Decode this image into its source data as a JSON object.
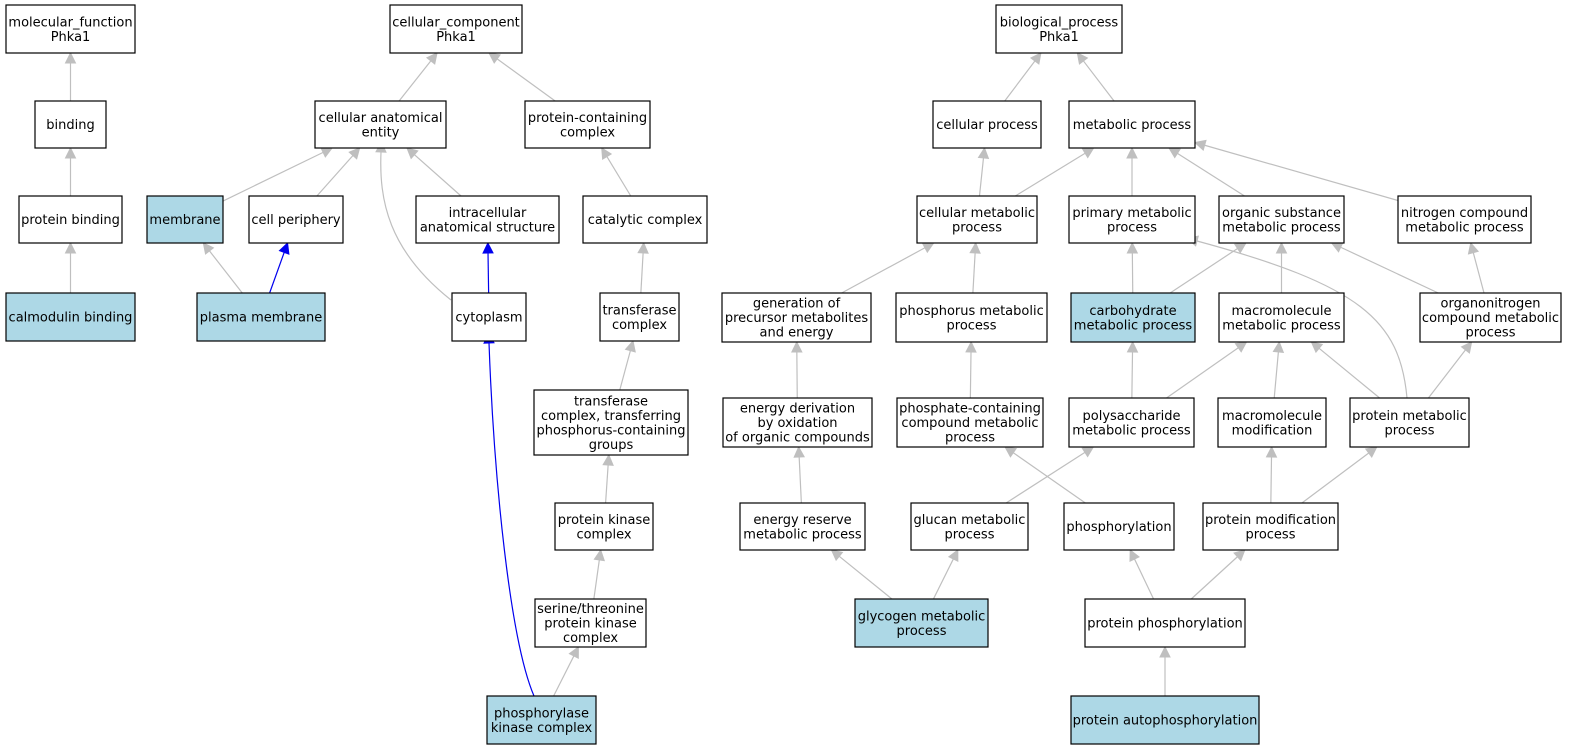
{
  "colors": {
    "highlight_fill": "#add8e6",
    "default_fill": "#ffffff",
    "edge_gray": "#bfbfbf",
    "edge_blue": "#0000ee"
  },
  "nodes": {
    "mf_root": {
      "lines": [
        "molecular_function",
        "Phka1"
      ],
      "highlight": false
    },
    "binding": {
      "lines": [
        "binding"
      ],
      "highlight": false
    },
    "protein_binding": {
      "lines": [
        "protein binding"
      ],
      "highlight": false
    },
    "calmodulin_binding": {
      "lines": [
        "calmodulin binding"
      ],
      "highlight": true
    },
    "cc_root": {
      "lines": [
        "cellular_component",
        "Phka1"
      ],
      "highlight": false
    },
    "cellular_anatomical_entity": {
      "lines": [
        "cellular anatomical",
        "entity"
      ],
      "highlight": false
    },
    "protein_containing_complex": {
      "lines": [
        "protein-containing",
        "complex"
      ],
      "highlight": false
    },
    "membrane": {
      "lines": [
        "membrane"
      ],
      "highlight": true
    },
    "cell_periphery": {
      "lines": [
        "cell periphery"
      ],
      "highlight": false
    },
    "intracellular_anatomical_structure": {
      "lines": [
        "intracellular",
        "anatomical structure"
      ],
      "highlight": false
    },
    "catalytic_complex": {
      "lines": [
        "catalytic complex"
      ],
      "highlight": false
    },
    "plasma_membrane": {
      "lines": [
        "plasma membrane"
      ],
      "highlight": true
    },
    "cytoplasm": {
      "lines": [
        "cytoplasm"
      ],
      "highlight": false
    },
    "transferase_complex": {
      "lines": [
        "transferase",
        "complex"
      ],
      "highlight": false
    },
    "transferase_complex_p": {
      "lines": [
        "transferase",
        "complex, transferring",
        "phosphorus-containing",
        "groups"
      ],
      "highlight": false
    },
    "protein_kinase_complex": {
      "lines": [
        "protein kinase",
        "complex"
      ],
      "highlight": false
    },
    "st_protein_kinase_complex": {
      "lines": [
        "serine/threonine",
        "protein kinase",
        "complex"
      ],
      "highlight": false
    },
    "phosphorylase_kinase_complex": {
      "lines": [
        "phosphorylase",
        "kinase complex"
      ],
      "highlight": true
    },
    "bp_root": {
      "lines": [
        "biological_process",
        "Phka1"
      ],
      "highlight": false
    },
    "cellular_process": {
      "lines": [
        "cellular process"
      ],
      "highlight": false
    },
    "metabolic_process": {
      "lines": [
        "metabolic process"
      ],
      "highlight": false
    },
    "cellular_metabolic_process": {
      "lines": [
        "cellular metabolic",
        "process"
      ],
      "highlight": false
    },
    "primary_metabolic_process": {
      "lines": [
        "primary metabolic",
        "process"
      ],
      "highlight": false
    },
    "organic_substance_metabolic_process": {
      "lines": [
        "organic substance",
        "metabolic process"
      ],
      "highlight": false
    },
    "nitrogen_compound_metabolic_process": {
      "lines": [
        "nitrogen compound",
        "metabolic process"
      ],
      "highlight": false
    },
    "generation_precursor": {
      "lines": [
        "generation of",
        "precursor metabolites",
        "and energy"
      ],
      "highlight": false
    },
    "phosphorus_metabolic_process": {
      "lines": [
        "phosphorus metabolic",
        "process"
      ],
      "highlight": false
    },
    "carbohydrate_metabolic_process": {
      "lines": [
        "carbohydrate",
        "metabolic process"
      ],
      "highlight": true
    },
    "macromolecule_metabolic_process": {
      "lines": [
        "macromolecule",
        "metabolic process"
      ],
      "highlight": false
    },
    "organonitrogen": {
      "lines": [
        "organonitrogen",
        "compound metabolic",
        "process"
      ],
      "highlight": false
    },
    "energy_derivation": {
      "lines": [
        "energy derivation",
        "by oxidation",
        "of organic compounds"
      ],
      "highlight": false
    },
    "phosphate_containing": {
      "lines": [
        "phosphate-containing",
        "compound metabolic",
        "process"
      ],
      "highlight": false
    },
    "polysaccharide": {
      "lines": [
        "polysaccharide",
        "metabolic process"
      ],
      "highlight": false
    },
    "macromolecule_modification": {
      "lines": [
        "macromolecule",
        "modification"
      ],
      "highlight": false
    },
    "protein_metabolic_process": {
      "lines": [
        "protein metabolic",
        "process"
      ],
      "highlight": false
    },
    "energy_reserve": {
      "lines": [
        "energy reserve",
        "metabolic process"
      ],
      "highlight": false
    },
    "glucan": {
      "lines": [
        "glucan metabolic",
        "process"
      ],
      "highlight": false
    },
    "phosphorylation": {
      "lines": [
        "phosphorylation"
      ],
      "highlight": false
    },
    "protein_modification_process": {
      "lines": [
        "protein modification",
        "process"
      ],
      "highlight": false
    },
    "glycogen": {
      "lines": [
        "glycogen metabolic",
        "process"
      ],
      "highlight": true
    },
    "protein_phosphorylation": {
      "lines": [
        "protein phosphorylation"
      ],
      "highlight": false
    },
    "protein_autophosphorylation": {
      "lines": [
        "protein autophosphorylation"
      ],
      "highlight": true
    }
  },
  "edges": [
    {
      "from": "binding",
      "to": "mf_root",
      "color": "gray"
    },
    {
      "from": "protein_binding",
      "to": "binding",
      "color": "gray"
    },
    {
      "from": "calmodulin_binding",
      "to": "protein_binding",
      "color": "gray"
    },
    {
      "from": "cellular_anatomical_entity",
      "to": "cc_root",
      "color": "gray"
    },
    {
      "from": "protein_containing_complex",
      "to": "cc_root",
      "color": "gray"
    },
    {
      "from": "membrane",
      "to": "cellular_anatomical_entity",
      "color": "gray"
    },
    {
      "from": "cell_periphery",
      "to": "cellular_anatomical_entity",
      "color": "gray"
    },
    {
      "from": "intracellular_anatomical_structure",
      "to": "cellular_anatomical_entity",
      "color": "gray"
    },
    {
      "from": "cytoplasm",
      "to": "cellular_anatomical_entity",
      "color": "gray"
    },
    {
      "from": "catalytic_complex",
      "to": "protein_containing_complex",
      "color": "gray"
    },
    {
      "from": "plasma_membrane",
      "to": "membrane",
      "color": "gray"
    },
    {
      "from": "plasma_membrane",
      "to": "cell_periphery",
      "color": "blue"
    },
    {
      "from": "cytoplasm",
      "to": "intracellular_anatomical_structure",
      "color": "blue"
    },
    {
      "from": "transferase_complex",
      "to": "catalytic_complex",
      "color": "gray"
    },
    {
      "from": "transferase_complex_p",
      "to": "transferase_complex",
      "color": "gray"
    },
    {
      "from": "protein_kinase_complex",
      "to": "transferase_complex_p",
      "color": "gray"
    },
    {
      "from": "st_protein_kinase_complex",
      "to": "protein_kinase_complex",
      "color": "gray"
    },
    {
      "from": "phosphorylase_kinase_complex",
      "to": "st_protein_kinase_complex",
      "color": "gray"
    },
    {
      "from": "phosphorylase_kinase_complex",
      "to": "cytoplasm",
      "color": "blue"
    },
    {
      "from": "cellular_process",
      "to": "bp_root",
      "color": "gray"
    },
    {
      "from": "metabolic_process",
      "to": "bp_root",
      "color": "gray"
    },
    {
      "from": "cellular_metabolic_process",
      "to": "cellular_process",
      "color": "gray"
    },
    {
      "from": "cellular_metabolic_process",
      "to": "metabolic_process",
      "color": "gray"
    },
    {
      "from": "primary_metabolic_process",
      "to": "metabolic_process",
      "color": "gray"
    },
    {
      "from": "organic_substance_metabolic_process",
      "to": "metabolic_process",
      "color": "gray"
    },
    {
      "from": "nitrogen_compound_metabolic_process",
      "to": "metabolic_process",
      "color": "gray"
    },
    {
      "from": "generation_precursor",
      "to": "cellular_metabolic_process",
      "color": "gray"
    },
    {
      "from": "phosphorus_metabolic_process",
      "to": "cellular_metabolic_process",
      "color": "gray"
    },
    {
      "from": "carbohydrate_metabolic_process",
      "to": "primary_metabolic_process",
      "color": "gray"
    },
    {
      "from": "carbohydrate_metabolic_process",
      "to": "organic_substance_metabolic_process",
      "color": "gray"
    },
    {
      "from": "macromolecule_metabolic_process",
      "to": "organic_substance_metabolic_process",
      "color": "gray"
    },
    {
      "from": "organonitrogen",
      "to": "organic_substance_metabolic_process",
      "color": "gray"
    },
    {
      "from": "organonitrogen",
      "to": "nitrogen_compound_metabolic_process",
      "color": "gray"
    },
    {
      "from": "energy_derivation",
      "to": "generation_precursor",
      "color": "gray"
    },
    {
      "from": "phosphate_containing",
      "to": "phosphorus_metabolic_process",
      "color": "gray"
    },
    {
      "from": "polysaccharide",
      "to": "carbohydrate_metabolic_process",
      "color": "gray"
    },
    {
      "from": "polysaccharide",
      "to": "macromolecule_metabolic_process",
      "color": "gray"
    },
    {
      "from": "macromolecule_modification",
      "to": "macromolecule_metabolic_process",
      "color": "gray"
    },
    {
      "from": "protein_metabolic_process",
      "to": "macromolecule_metabolic_process",
      "color": "gray"
    },
    {
      "from": "protein_metabolic_process",
      "to": "primary_metabolic_process",
      "color": "gray"
    },
    {
      "from": "protein_metabolic_process",
      "to": "organonitrogen",
      "color": "gray"
    },
    {
      "from": "energy_reserve",
      "to": "energy_derivation",
      "color": "gray"
    },
    {
      "from": "glucan",
      "to": "polysaccharide",
      "color": "gray"
    },
    {
      "from": "phosphorylation",
      "to": "phosphate_containing",
      "color": "gray"
    },
    {
      "from": "protein_modification_process",
      "to": "macromolecule_modification",
      "color": "gray"
    },
    {
      "from": "protein_modification_process",
      "to": "protein_metabolic_process",
      "color": "gray"
    },
    {
      "from": "glycogen",
      "to": "energy_reserve",
      "color": "gray"
    },
    {
      "from": "glycogen",
      "to": "glucan",
      "color": "gray"
    },
    {
      "from": "protein_phosphorylation",
      "to": "phosphorylation",
      "color": "gray"
    },
    {
      "from": "protein_phosphorylation",
      "to": "protein_modification_process",
      "color": "gray"
    },
    {
      "from": "protein_autophosphorylation",
      "to": "protein_phosphorylation",
      "color": "gray"
    }
  ]
}
